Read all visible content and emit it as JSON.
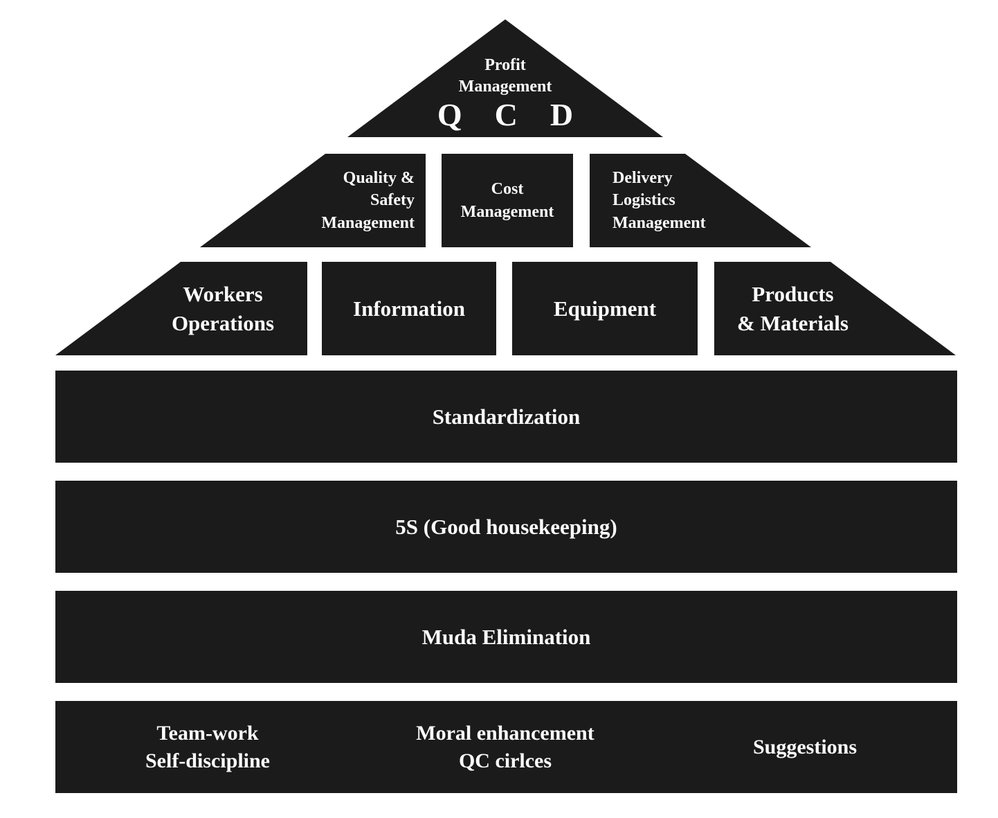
{
  "colors": {
    "block": "#1b1b1b",
    "text": "#fcfcfc",
    "background": "#ffffff"
  },
  "pyramid": {
    "top": {
      "title": "Profit\nManagement",
      "qcd": {
        "q": "Q",
        "c": "C",
        "d": "D"
      }
    },
    "level2": {
      "quality_safety": "Quality &\nSafety\nManagement",
      "cost": "Cost\nManagement",
      "delivery": "Delivery\nLogistics\nManagement"
    },
    "level3": {
      "workers": "Workers\nOperations",
      "information": "Information",
      "equipment": "Equipment",
      "products": "Products\n& Materials"
    },
    "bars": [
      {
        "label": "Standardization"
      },
      {
        "label": "5S (Good housekeeping)"
      },
      {
        "label": "Muda Elimination"
      }
    ],
    "foundation": {
      "teamwork": "Team-work\nSelf-discipline",
      "moral": "Moral enhancement\nQC cirlces",
      "suggestions": "Suggestions"
    }
  }
}
